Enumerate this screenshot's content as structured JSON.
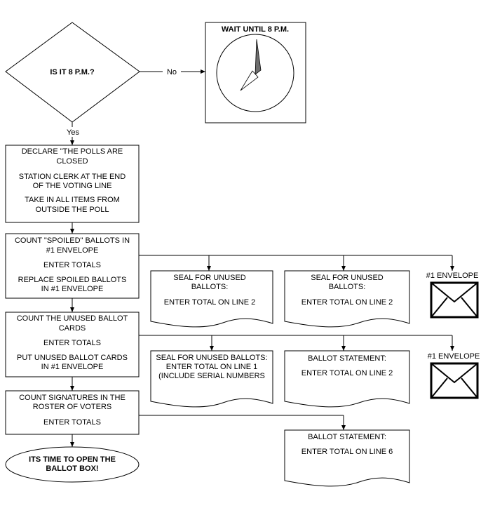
{
  "decision": {
    "question": "IS IT 8 P.M.?",
    "no_label": "No",
    "yes_label": "Yes"
  },
  "wait_box": {
    "title": "WAIT UNTIL 8 P.M."
  },
  "step1": {
    "line1": "DECLARE \"THE POLLS ARE",
    "line2": "CLOSED",
    "line3": "STATION CLERK AT THE END",
    "line4": "OF THE VOTING LINE",
    "line5": "TAKE IN ALL ITEMS FROM",
    "line6": "OUTSIDE THE POLL"
  },
  "step2": {
    "line1": "COUNT \"SPOILED\" BALLOTS IN",
    "line2": "#1 ENVELOPE",
    "line3": "ENTER TOTALS",
    "line4": "REPLACE SPOILED BALLOTS",
    "line5": "IN #1 ENVELOPE"
  },
  "step3": {
    "line1": "COUNT THE UNUSED BALLOT",
    "line2": "CARDS",
    "line3": "ENTER TOTALS",
    "line4": "PUT UNUSED BALLOT CARDS",
    "line5": "IN #1 ENVELOPE"
  },
  "step4": {
    "line1": "COUNT SIGNATURES IN THE",
    "line2": "ROSTER OF VOTERS",
    "line3": "ENTER TOTALS"
  },
  "end": {
    "line1": "ITS TIME TO OPEN THE",
    "line2": "BALLOT BOX!"
  },
  "doc_a": {
    "line1": "SEAL FOR UNUSED",
    "line2": "BALLOTS:",
    "line3": "ENTER TOTAL ON LINE 2"
  },
  "doc_b": {
    "line1": "SEAL FOR UNUSED",
    "line2": "BALLOTS:",
    "line3": "ENTER TOTAL ON LINE 2"
  },
  "envelope_1": {
    "label": "#1 ENVELOPE"
  },
  "doc_c": {
    "line1": "SEAL FOR UNUSED BALLOTS:",
    "line2": "ENTER TOTAL ON LINE 1",
    "line3": "(INCLUDE SERIAL NUMBERS"
  },
  "doc_d": {
    "line1": "BALLOT STATEMENT:",
    "line2": "ENTER TOTAL ON LINE 2"
  },
  "envelope_2": {
    "label": "#1 ENVELOPE"
  },
  "doc_e": {
    "line1": "BALLOT STATEMENT:",
    "line2": "ENTER TOTAL ON LINE 6"
  }
}
